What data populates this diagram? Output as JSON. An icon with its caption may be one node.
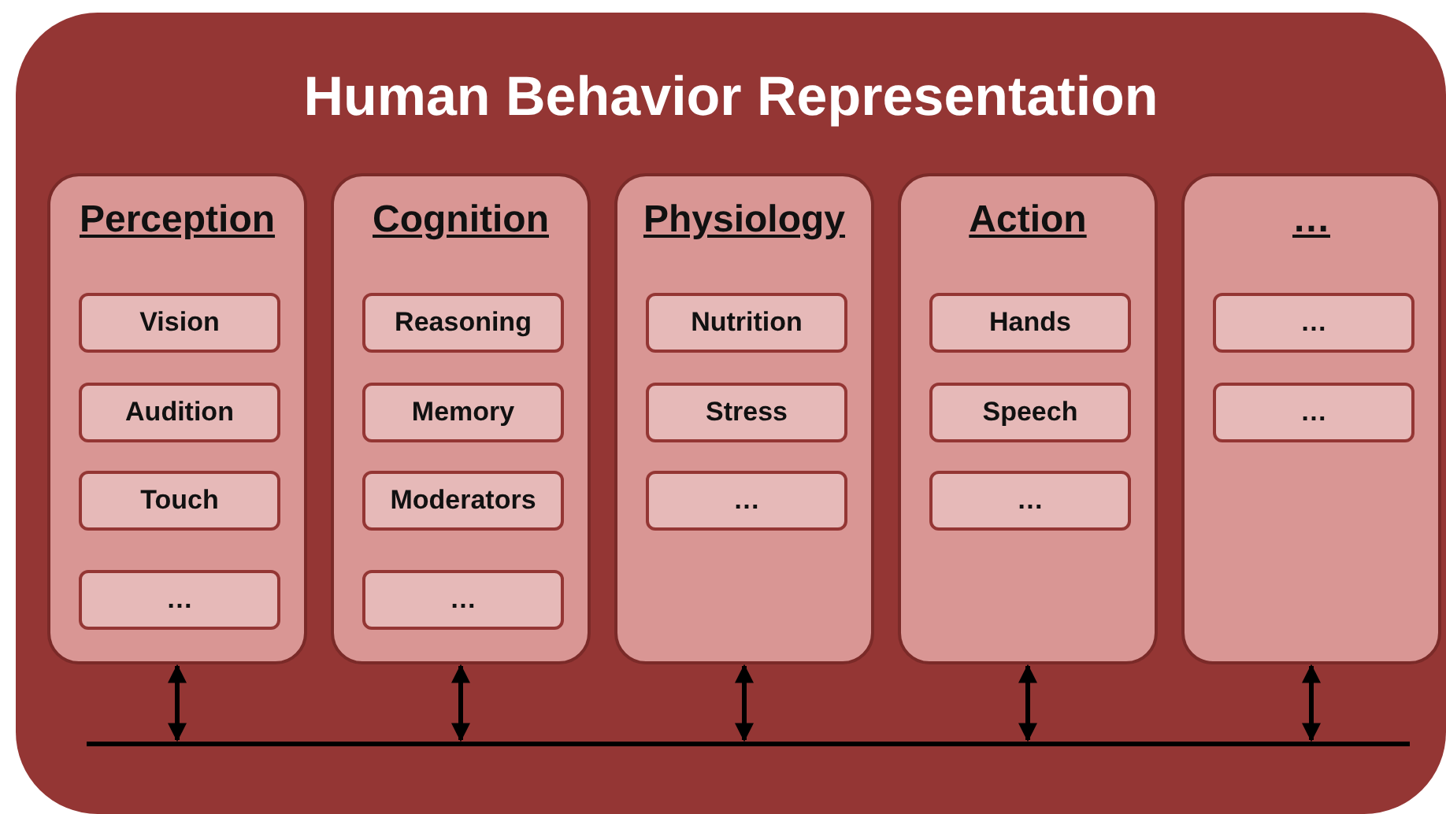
{
  "diagram": {
    "nodes": [
      {
        "text": [
          "Human Behavior Representation"
        ]
      },
      {
        "text": [
          "Perception"
        ],
        "in": 0
      },
      {
        "text": [
          "Vision"
        ],
        "in": 1
      },
      {
        "text": [
          "Audition"
        ],
        "in": 1
      },
      {
        "text": [
          "Touch"
        ],
        "in": 1
      },
      {
        "text": [
          "…"
        ],
        "in": 1
      },
      {
        "text": [
          "Cognition"
        ],
        "in": 0
      },
      {
        "text": [
          "Reasoning"
        ],
        "in": 6
      },
      {
        "text": [
          "Memory"
        ],
        "in": 6
      },
      {
        "text": [
          "Moderators"
        ],
        "in": 6
      },
      {
        "text": [
          "…"
        ],
        "in": 6
      },
      {
        "text": [
          "Physiology"
        ],
        "in": 0
      },
      {
        "text": [
          "Nutrition"
        ],
        "in": 11
      },
      {
        "text": [
          "Stress"
        ],
        "in": 11
      },
      {
        "text": [
          "…"
        ],
        "in": 11
      },
      {
        "text": [
          "Action"
        ],
        "in": 0
      },
      {
        "text": [
          "Hands"
        ],
        "in": 15
      },
      {
        "text": [
          "Speech"
        ],
        "in": 15
      },
      {
        "text": [
          "…"
        ],
        "in": 15
      },
      {
        "text": [
          "…"
        ],
        "in": 0
      },
      {
        "text": [
          "…"
        ],
        "in": 19
      },
      {
        "text": [
          "…"
        ],
        "in": 19
      },
      {
        "text": [],
        "shape": "bar",
        "in": 0
      }
    ],
    "edges": [
      {
        "from": 1,
        "to": 22,
        "arrow": "both"
      },
      {
        "from": 6,
        "to": 22,
        "arrow": "both"
      },
      {
        "from": 11,
        "to": 22,
        "arrow": "both"
      },
      {
        "from": 15,
        "to": 22,
        "arrow": "both"
      },
      {
        "from": 19,
        "to": 22,
        "arrow": "both"
      }
    ]
  }
}
